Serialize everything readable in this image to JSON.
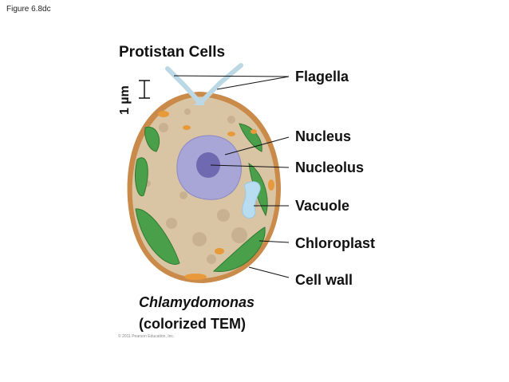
{
  "figure_number": "Figure 6.8dc",
  "title": "Protistan Cells",
  "scale_bar": "1 µm",
  "labels": {
    "flagella": "Flagella",
    "nucleus": "Nucleus",
    "nucleolus": "Nucleolus",
    "vacuole": "Vacuole",
    "chloroplast": "Chloroplast",
    "cell_wall": "Cell wall"
  },
  "caption": {
    "species": "Chlamydomonas",
    "method": "(colorized TEM)"
  },
  "copyright": "© 2011 Pearson Education, Inc.",
  "colors": {
    "cytoplasm": "#d9c4a4",
    "cell_wall": "#c98a4a",
    "nucleus": "#a8a6d6",
    "nucleolus": "#6f69b2",
    "chloroplast": "#4aa04a",
    "vacuole": "#b8dcf0",
    "flagella": "#bcd8e4",
    "orange_bodies": "#e89a3a"
  }
}
